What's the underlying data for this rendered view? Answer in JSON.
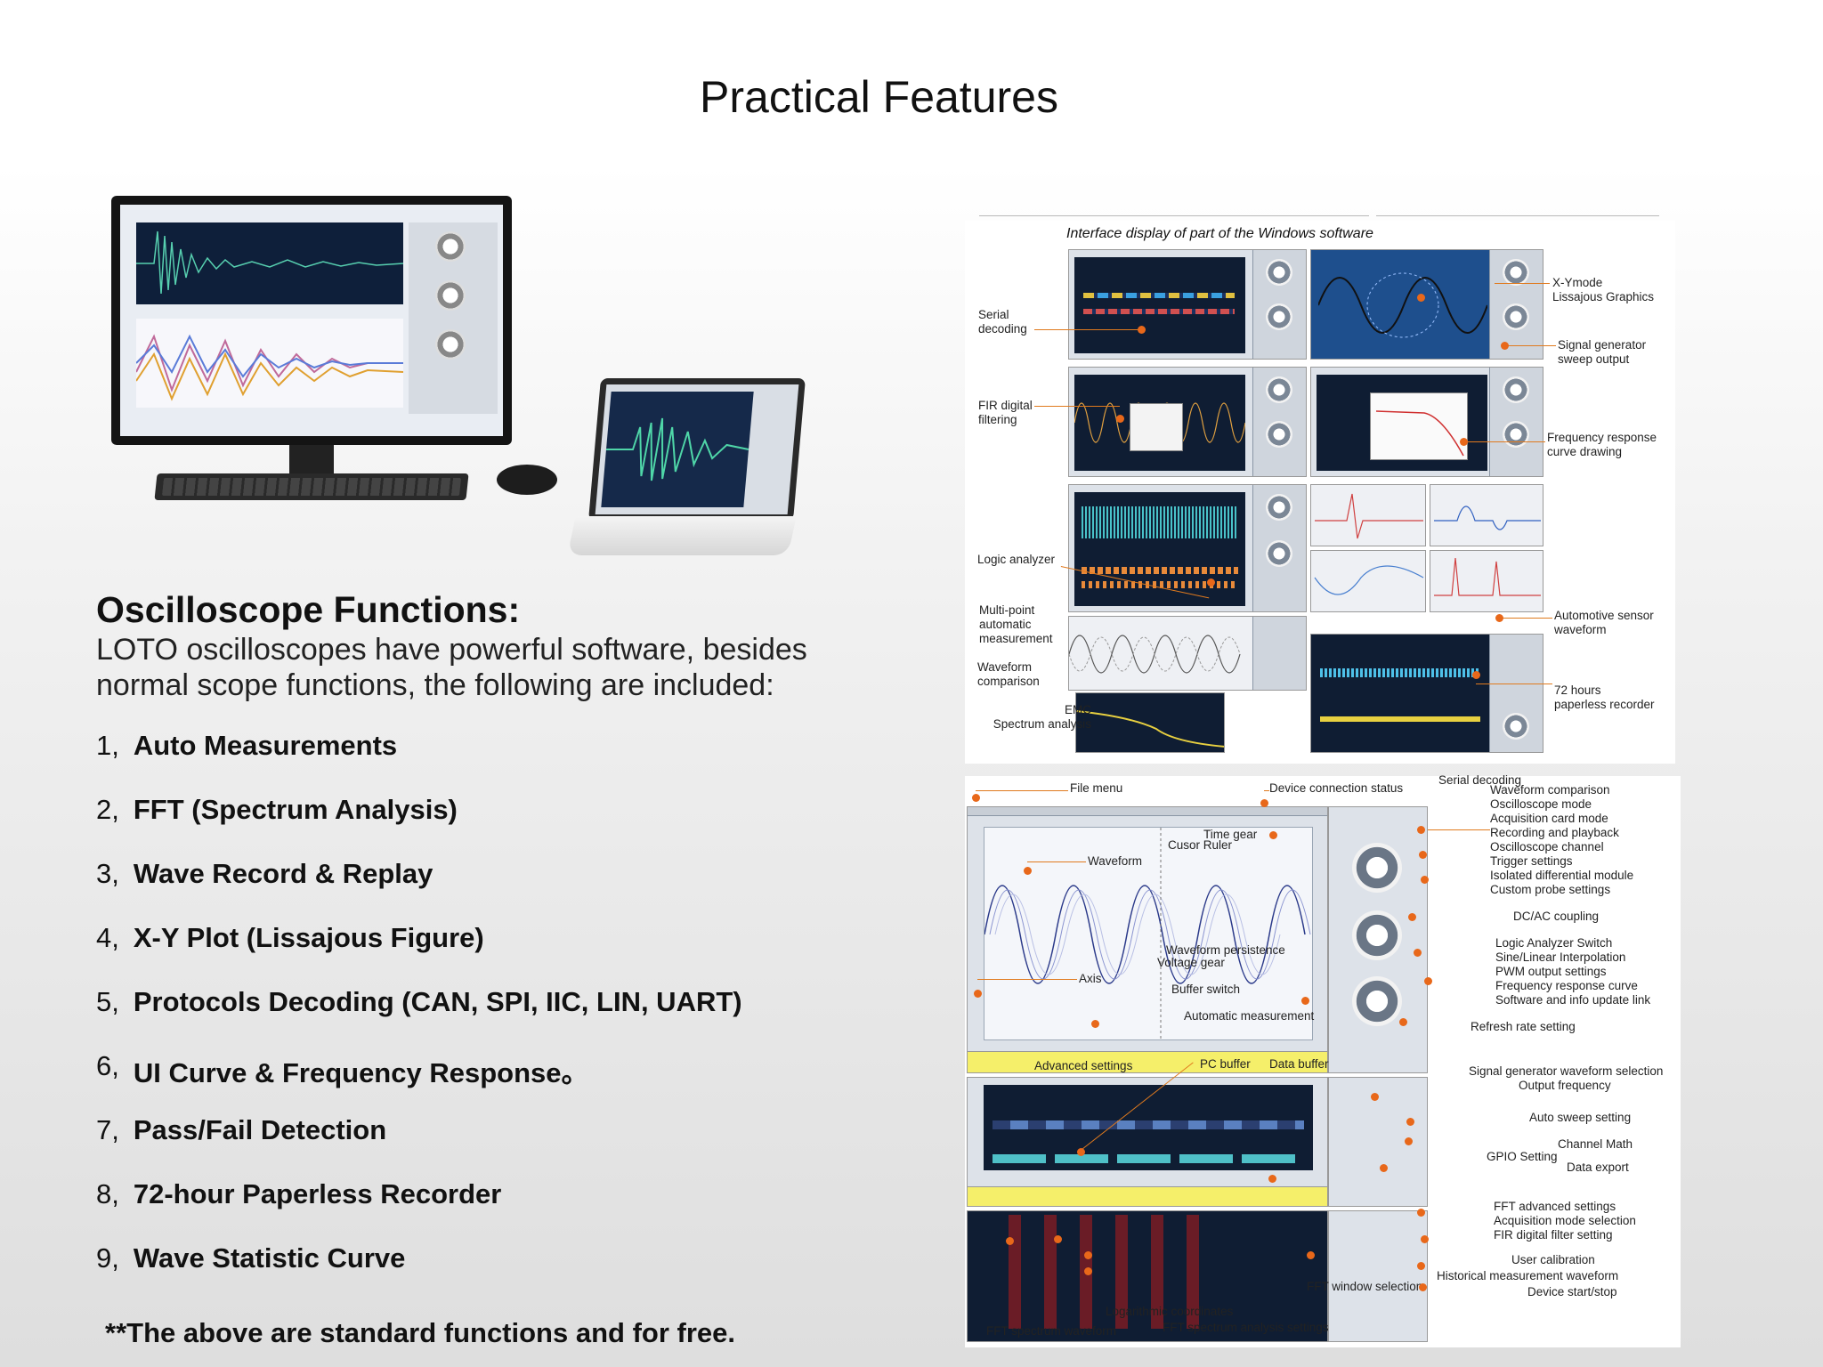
{
  "title": "Practical Features",
  "oscilloscope": {
    "heading": "Oscilloscope Functions:",
    "description": "LOTO oscilloscopes have powerful software, besides normal scope functions, the following are included:"
  },
  "features": [
    {
      "num": "1,",
      "text": "Auto Measurements"
    },
    {
      "num": "2,",
      "text": "FFT (Spectrum Analysis)"
    },
    {
      "num": "3,",
      "text": "Wave Record & Replay"
    },
    {
      "num": "4,",
      "text": "X-Y Plot (Lissajous Figure)"
    },
    {
      "num": "5,",
      "text": "Protocols Decoding (CAN, SPI, IIC, LIN, UART)"
    },
    {
      "num": "6,",
      "text": "UI Curve & Frequency Response。"
    },
    {
      "num": "7,",
      "text": "Pass/Fail Detection"
    },
    {
      "num": "8,",
      "text": "72-hour Paperless Recorder"
    },
    {
      "num": "9,",
      "text": "Wave Statistic Curve"
    }
  ],
  "free_note": "**The above are standard functions and for free.",
  "top_panel": {
    "caption": "Interface display of part of the Windows software",
    "labels": {
      "serial_decoding": "Serial\ndecoding",
      "fir": "FIR digital\nfiltering",
      "logic": "Logic analyzer",
      "multipoint": "Multi-point\nautomatic\nmeasurement",
      "comparison": "Waveform\ncomparison",
      "emc": "EMC\nSpectrum analysis",
      "xy": "X-Ymode\nLissajous Graphics",
      "siggen": "Signal generator\nsweep output",
      "freqresp": "Frequency response\ncurve drawing",
      "auto_sensor": "Automotive sensor\nwaveform",
      "recorder": "72 hours\npaperless recorder"
    }
  },
  "bottom_panel": {
    "labels": {
      "file_menu": "File menu",
      "device_conn": "Device connection status",
      "serial_decoding": "Serial decoding",
      "time_gear": "Time gear",
      "cusor_ruler": "Cusor Ruler",
      "waveform": "Waveform",
      "waveform_persistence": "Waveform persistence",
      "voltage_gear": "Voltage gear",
      "axis": "Axis",
      "buffer_switch": "Buffer switch",
      "auto_measure": "Automatic measurement",
      "advanced_settings": "Advanced settings",
      "pc_buffer": "PC  buffer",
      "data_buffer": "Data buffer",
      "log_coords": "Logarithmic coordinates",
      "fft_wave": "FFT spectrum waveform",
      "fft_settings": "FFT spectrum analysis settings",
      "fft_window": "FFT window selection",
      "right_group_1": "Waveform comparison\nOscilloscope mode\nAcquisition  card mode\nRecording and playback\nOscilloscope channel\nTrigger settings\nIsolated differential module\nCustom probe settings",
      "dcac": "DC/AC coupling",
      "right_group_2": "Logic Analyzer Switch\nSine/Linear Interpolation\nPWM output settings\nFrequency response curve\nSoftware and info update link",
      "refresh_rate": "Refresh rate setting",
      "siggen_select": "Signal generator waveform selection",
      "output_freq": "Output frequency",
      "auto_sweep": "Auto sweep setting",
      "channel_math": "Channel Math",
      "gpio": "GPIO Setting",
      "data_export": "Data export",
      "right_group_3": "FFT advanced settings\nAcquisition mode selection\nFIR digital filter setting",
      "user_cal": "User calibration",
      "hist_measure": "Historical measurement waveform",
      "device_startstop": "Device start/stop"
    }
  },
  "colors": {
    "accent": "#e8681a",
    "screen_dark": "#0f1d33",
    "text": "#111111"
  }
}
